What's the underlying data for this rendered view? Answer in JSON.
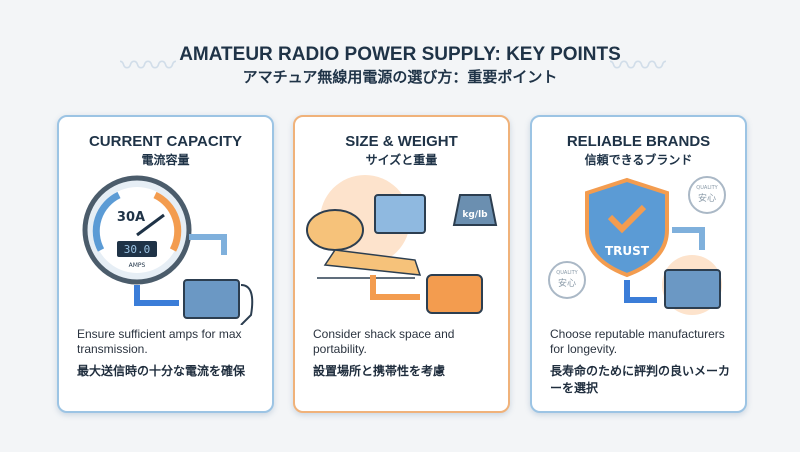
{
  "header": {
    "title": "AMATEUR RADIO POWER SUPPLY: KEY POINTS",
    "subtitle": "アマチュア無線用電源の選び方：重要ポイント"
  },
  "cards": [
    {
      "title": "CURRENT CAPACITY",
      "subtitle": "電流容量",
      "gauge_label": "30A",
      "display": "30.0",
      "display_unit": "AMPS",
      "description": "Ensure sufficient amps for max transmission.",
      "description_jp": "最大送信時の十分な電流を確保"
    },
    {
      "title": "SIZE & WEIGHT",
      "subtitle": "サイズと重量",
      "weight_label": "kg/lb",
      "description": "Consider shack space and portability.",
      "description_jp": "設置場所と携帯性を考慮"
    },
    {
      "title": "RELIABLE BRANDS",
      "subtitle": "信頼できるブランド",
      "shield_label": "TRUST",
      "badge_top": "QUALITY",
      "badge_text": "安心",
      "description": "Choose reputable manufacturers for longevity.",
      "description_jp": "長寿命のために評判の良いメーカーを選択"
    }
  ],
  "colors": {
    "blue": "#5b9bd5",
    "orange": "#f39c4f",
    "navy": "#1f3347"
  }
}
